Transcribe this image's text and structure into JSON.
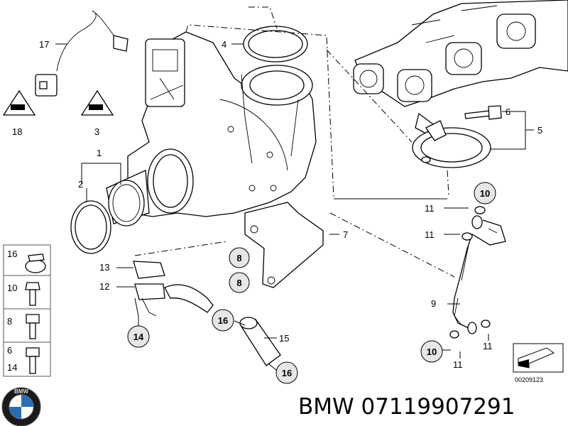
{
  "callouts": {
    "c1": "1",
    "c2": "2",
    "c3": "3",
    "c4": "4",
    "c5": "5",
    "c6": "6",
    "c7": "7",
    "c9": "9",
    "c11a": "11",
    "c11b": "11",
    "c11c": "11",
    "c11d": "11",
    "c12": "12",
    "c13": "13",
    "c15": "15",
    "c17": "17",
    "c18": "18"
  },
  "bubbles": {
    "b8a": "8",
    "b8b": "8",
    "b10a": "10",
    "b10b": "10",
    "b14": "14",
    "b16a": "16",
    "b16b": "16"
  },
  "legend": {
    "items": [
      "16",
      "10",
      "8",
      "6",
      "14"
    ]
  },
  "caption": "BMW 07119907291",
  "doc_number": "00209123",
  "logo_letters": "BMW"
}
